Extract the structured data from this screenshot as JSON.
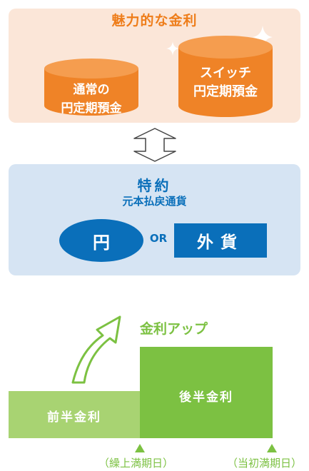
{
  "top": {
    "title": "魅力的な金利",
    "normal_deposit": {
      "line1": "通常の",
      "line2": "円定期預金"
    },
    "switch_deposit": {
      "line1": "スイッチ",
      "line2": "円定期預金"
    }
  },
  "middle": {
    "title": "特約",
    "subtitle": "元本払戻通貨",
    "yen": "円",
    "or": "OR",
    "foreign": "外貨"
  },
  "bottom": {
    "rate_up": "金利アップ",
    "first_half": "前半金利",
    "second_half": "後半金利",
    "early_maturity": "（繰上満期日）",
    "original_maturity": "（当初満期日）"
  },
  "colors": {
    "orange": "#ee7d1a",
    "blue": "#0a6fba",
    "green": "#7cc142",
    "light_green": "#a8d372"
  }
}
